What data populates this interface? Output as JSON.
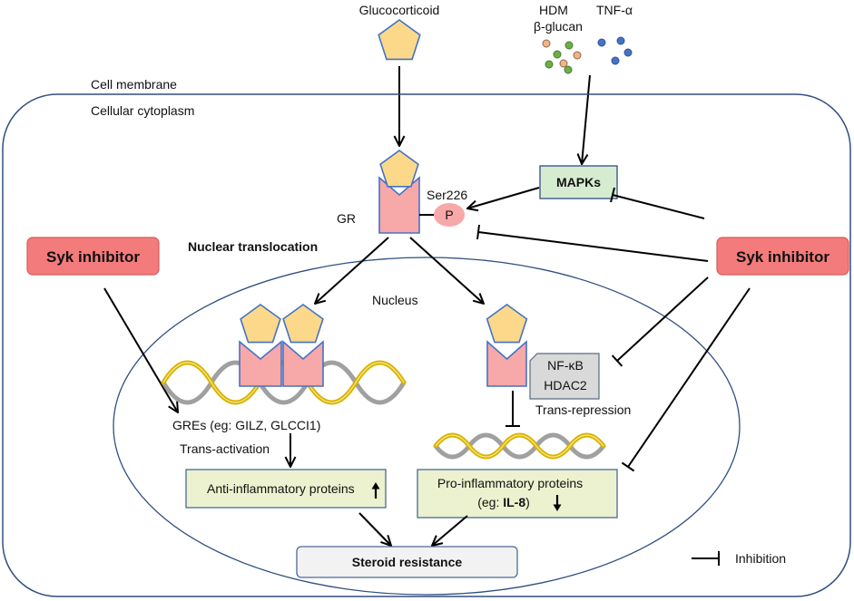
{
  "ligands": {
    "glucocorticoid": "Glucocorticoid",
    "hdm": "HDM",
    "beta_glucan": "β-glucan",
    "tnf_alpha": "TNF-α"
  },
  "compartments": {
    "cell_membrane": "Cell membrane",
    "cytoplasm": "Cellular cytoplasm",
    "nucleus": "Nucleus"
  },
  "receptor": {
    "label": "GR",
    "phospho_site": "Ser226",
    "phosphate": "P"
  },
  "mapks": "MAPKs",
  "syk_inhibitor": {
    "left": "Syk inhibitor",
    "right": "Syk inhibitor"
  },
  "nuclear_translocation": "Nuclear translocation",
  "gres": "GREs (eg: GILZ, GLCCI1)",
  "trans_activation": "Trans-activation",
  "trans_repression": "Trans-repression",
  "cofactors": {
    "nfkb": "NF-κB",
    "hdac2": "HDAC2"
  },
  "anti_inflammatory": {
    "label": "Anti-inflammatory proteins",
    "icon": "arrow-up-icon"
  },
  "pro_inflammatory": {
    "label": "Pro-inflammatory proteins",
    "example_prefix": "(eg: ",
    "example_gene": "IL-8",
    "example_suffix": ")",
    "icon": "arrow-down-icon"
  },
  "outcome": "Steroid resistance",
  "legend": {
    "inhibition": "Inhibition"
  },
  "colors": {
    "pentagon": "#fcd98a",
    "outline": "#4472c4",
    "receptor": "#f7a8a8",
    "cell": "#2f4f80",
    "syk": "#f47b7b",
    "mapk": "#d6ecd0",
    "protbox": "#ecf2cf",
    "outbox": "#f2f2f2",
    "cofactor": "#d9d9d9",
    "dnagold": "#d9b300",
    "dnagray": "#a0a0a0",
    "peach": "#f4b183",
    "green": "#70ad47",
    "blue": "#4472c4"
  }
}
